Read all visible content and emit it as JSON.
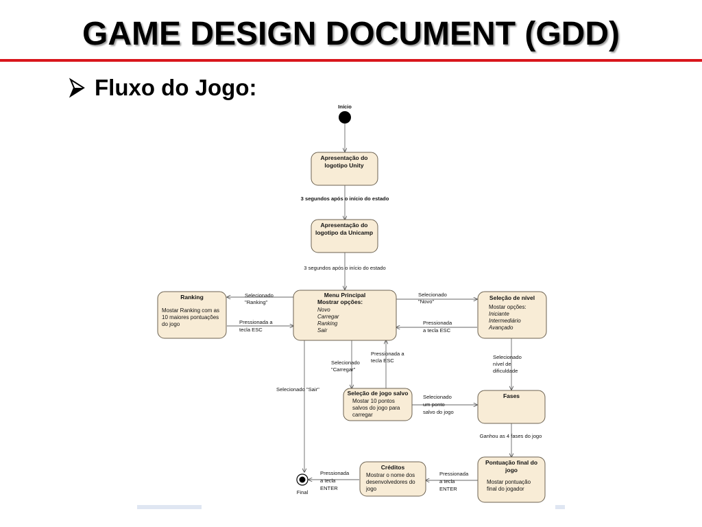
{
  "slide": {
    "title": "GAME DESIGN DOCUMENT (GDD)",
    "bullet": "Fluxo do Jogo:"
  },
  "diagram": {
    "start_label": "Início",
    "end_label": "Final",
    "nodes": {
      "unity": {
        "lines": [
          "Apresentação do",
          "logotipo Unity"
        ]
      },
      "unicamp": {
        "lines": [
          "Apresentação do",
          "logotipo da Unicamp"
        ]
      },
      "menu": {
        "title": "Menu Principal",
        "subtitle": "Mostrar opções:",
        "options": [
          "Novo",
          "Carregar",
          "Ranking",
          "Sair"
        ]
      },
      "ranking": {
        "title": "Ranking",
        "body": [
          "Mostar Ranking com as",
          "10 maiores pontuações",
          "do jogo"
        ]
      },
      "nivel": {
        "title": "Seleção de nível",
        "subtitle": "Mostar opções:",
        "options": [
          "Iniciante",
          "Intermediário",
          "Avançado"
        ]
      },
      "salvo": {
        "title": "Seleção de jogo salvo",
        "body": [
          "Mostar 10 pontos",
          "salvos do jogo para",
          "carregar"
        ]
      },
      "fases": {
        "title": "Fases"
      },
      "pontuacao": {
        "title": [
          "Pontuação final do",
          "jogo"
        ],
        "body": [
          "Mostar pontuação",
          "final do jogador"
        ]
      },
      "creditos": {
        "title": "Créditos",
        "body": [
          "Mostrar o nome dos",
          "desenvolvedores do",
          "jogo"
        ]
      }
    },
    "edges": {
      "unity_to_unicamp": [
        "3 segundos após o início do estado"
      ],
      "unicamp_to_menu": [
        "3 segundos após o início do estado"
      ],
      "menu_to_ranking": [
        "Selecionado",
        "\"Ranking\""
      ],
      "ranking_to_menu": [
        "Pressionada a",
        "tecla ESC"
      ],
      "menu_to_nivel": [
        "Selecionado",
        "\"Novo\""
      ],
      "nivel_to_menu": [
        "Pressionada",
        "a tecla ESC"
      ],
      "menu_to_salvo": [
        "Selecionado",
        "\"Carregar\""
      ],
      "salvo_to_menu": [
        "Pressionada a",
        "tecla ESC"
      ],
      "menu_to_final": [
        "Selecionado \"Sair\""
      ],
      "nivel_to_fases": [
        "Selecionado",
        "nível de",
        "dificuldade"
      ],
      "salvo_to_fases": [
        "Selecionado",
        "um ponto",
        "salvo do jogo"
      ],
      "fases_to_pontuacao": [
        "Ganhou as 4 fases do jogo"
      ],
      "pontuacao_to_creditos": [
        "Pressionada",
        "a tecla",
        "ENTER"
      ],
      "creditos_to_final": [
        "Pressionada",
        "a tecla",
        "ENTER"
      ]
    }
  },
  "colors": {
    "title_rule": "#d9161c",
    "node_fill": "#f8ecd6",
    "node_stroke": "#6b6150",
    "edge": "#666666"
  }
}
